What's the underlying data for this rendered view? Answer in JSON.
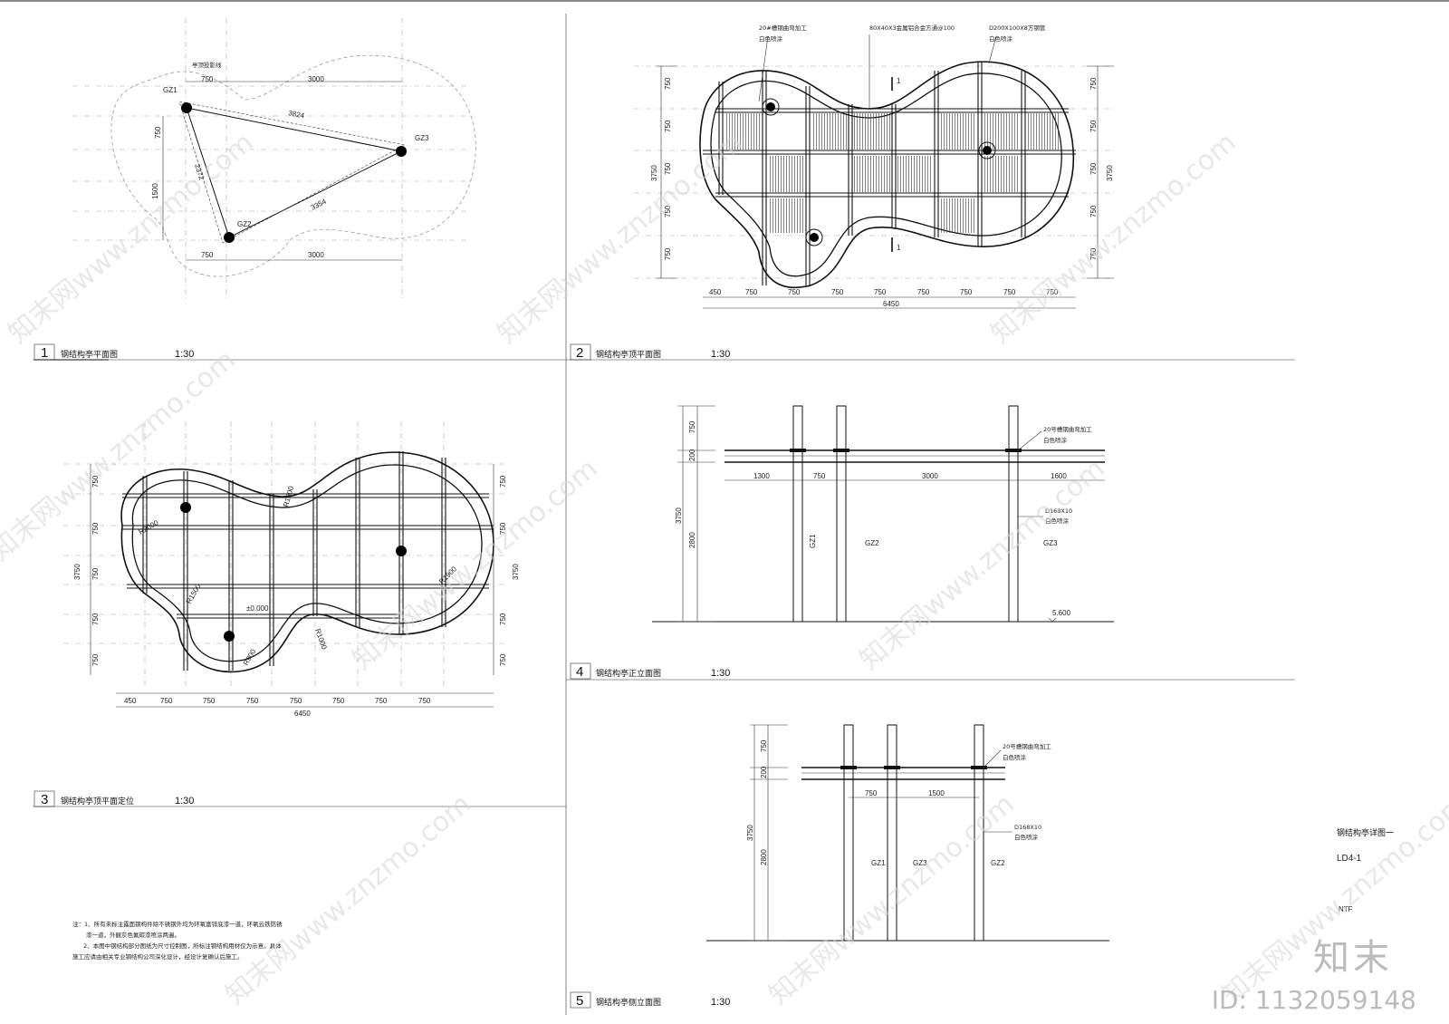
{
  "panels": {
    "p1": {
      "num": "1",
      "title": "钢结构亭平面图",
      "scale": "1:30"
    },
    "p2": {
      "num": "2",
      "title": "钢结构亭顶平面图",
      "scale": "1:30"
    },
    "p3": {
      "num": "3",
      "title": "钢结构亭顶平面定位",
      "scale": "1:30"
    },
    "p4": {
      "num": "4",
      "title": "钢结构亭正立面图",
      "scale": "1:30"
    },
    "p5": {
      "num": "5",
      "title": "钢结构亭侧立面图",
      "scale": "1:30"
    }
  },
  "plan1": {
    "outline_label": "亭顶投影线",
    "col1": "GZ1",
    "col2": "GZ2",
    "col3": "GZ3",
    "d_top_left": "750",
    "d_top": "3000",
    "d_left1": "750",
    "d_left2": "1500",
    "d_bot_left": "750",
    "d_bot": "3000",
    "d_13": "3824",
    "d_12": "2372",
    "d_23": "3354"
  },
  "plan2": {
    "callout_a": "20#槽钢曲弯加工",
    "callout_a2": "白色喷涂",
    "callout_b": "80X40X3金属铝合金方通@100",
    "callout_c": "D200X100X8方钢管",
    "callout_c2": "白色喷涂",
    "section_mark": "1",
    "side_dims": [
      "750",
      "750",
      "750",
      "750",
      "750"
    ],
    "total_side": "3750",
    "bottom_dims": [
      "450",
      "750",
      "750",
      "750",
      "750",
      "750",
      "750",
      "750",
      "750"
    ],
    "total_bottom": "6450"
  },
  "plan3": {
    "r1": "R1600",
    "r2": "R2000",
    "r3": "R1900",
    "r4": "R1500",
    "r5": "R1000",
    "r6": "R900",
    "level": "±0.000",
    "side_dims": [
      "750",
      "750",
      "750",
      "750",
      "750"
    ],
    "total_side": "3750",
    "bottom_dims": [
      "450",
      "750",
      "750",
      "750",
      "750",
      "750",
      "750",
      "750"
    ],
    "total_bottom": "6450"
  },
  "elev4": {
    "d_top": "750",
    "d_beam": "200",
    "d_total": "3750",
    "d_col": "2800",
    "spans": [
      "1300",
      "750",
      "3000",
      "1600"
    ],
    "note_a": "20号槽钢曲弯加工",
    "note_a2": "白色喷涂",
    "note_b": "D168X10",
    "note_b2": "白色喷涂",
    "c1": "GZ1",
    "c2": "GZ2",
    "c3": "GZ3",
    "level": "5.600"
  },
  "elev5": {
    "d_top": "750",
    "d_beam": "200",
    "d_total": "3750",
    "d_col": "2800",
    "spans": [
      "750",
      "1500"
    ],
    "note_a": "20号槽钢曲弯加工",
    "note_a2": "白色喷涂",
    "note_b": "D168X10",
    "note_b2": "白色喷涂",
    "c1": "GZ1",
    "c2": "GZ3",
    "c3": "GZ2"
  },
  "notes": {
    "line1": "注：1、所有未标注露面钢构件除不锈钢外均为环氧富锌底漆一道，环氧云铁防锈",
    "line2": "漆一道，外観灰色氟碳漆喷涂两遍。",
    "line3": "2、本图中钢结构部分图纸为尺寸控制图，所标注钢结构用材仅为示意。具体",
    "line4": "施工应请由相关专业钢结构公司深化设计，经设计复确认后施工。"
  },
  "titleblock": {
    "sheet_title": "钢结构亭详图一",
    "sheet_no": "LD4-1",
    "ntf": "NTF"
  },
  "watermark": {
    "site": "知末网www.znzmo.com",
    "brand": "知末",
    "id": "ID: 1132059148"
  }
}
